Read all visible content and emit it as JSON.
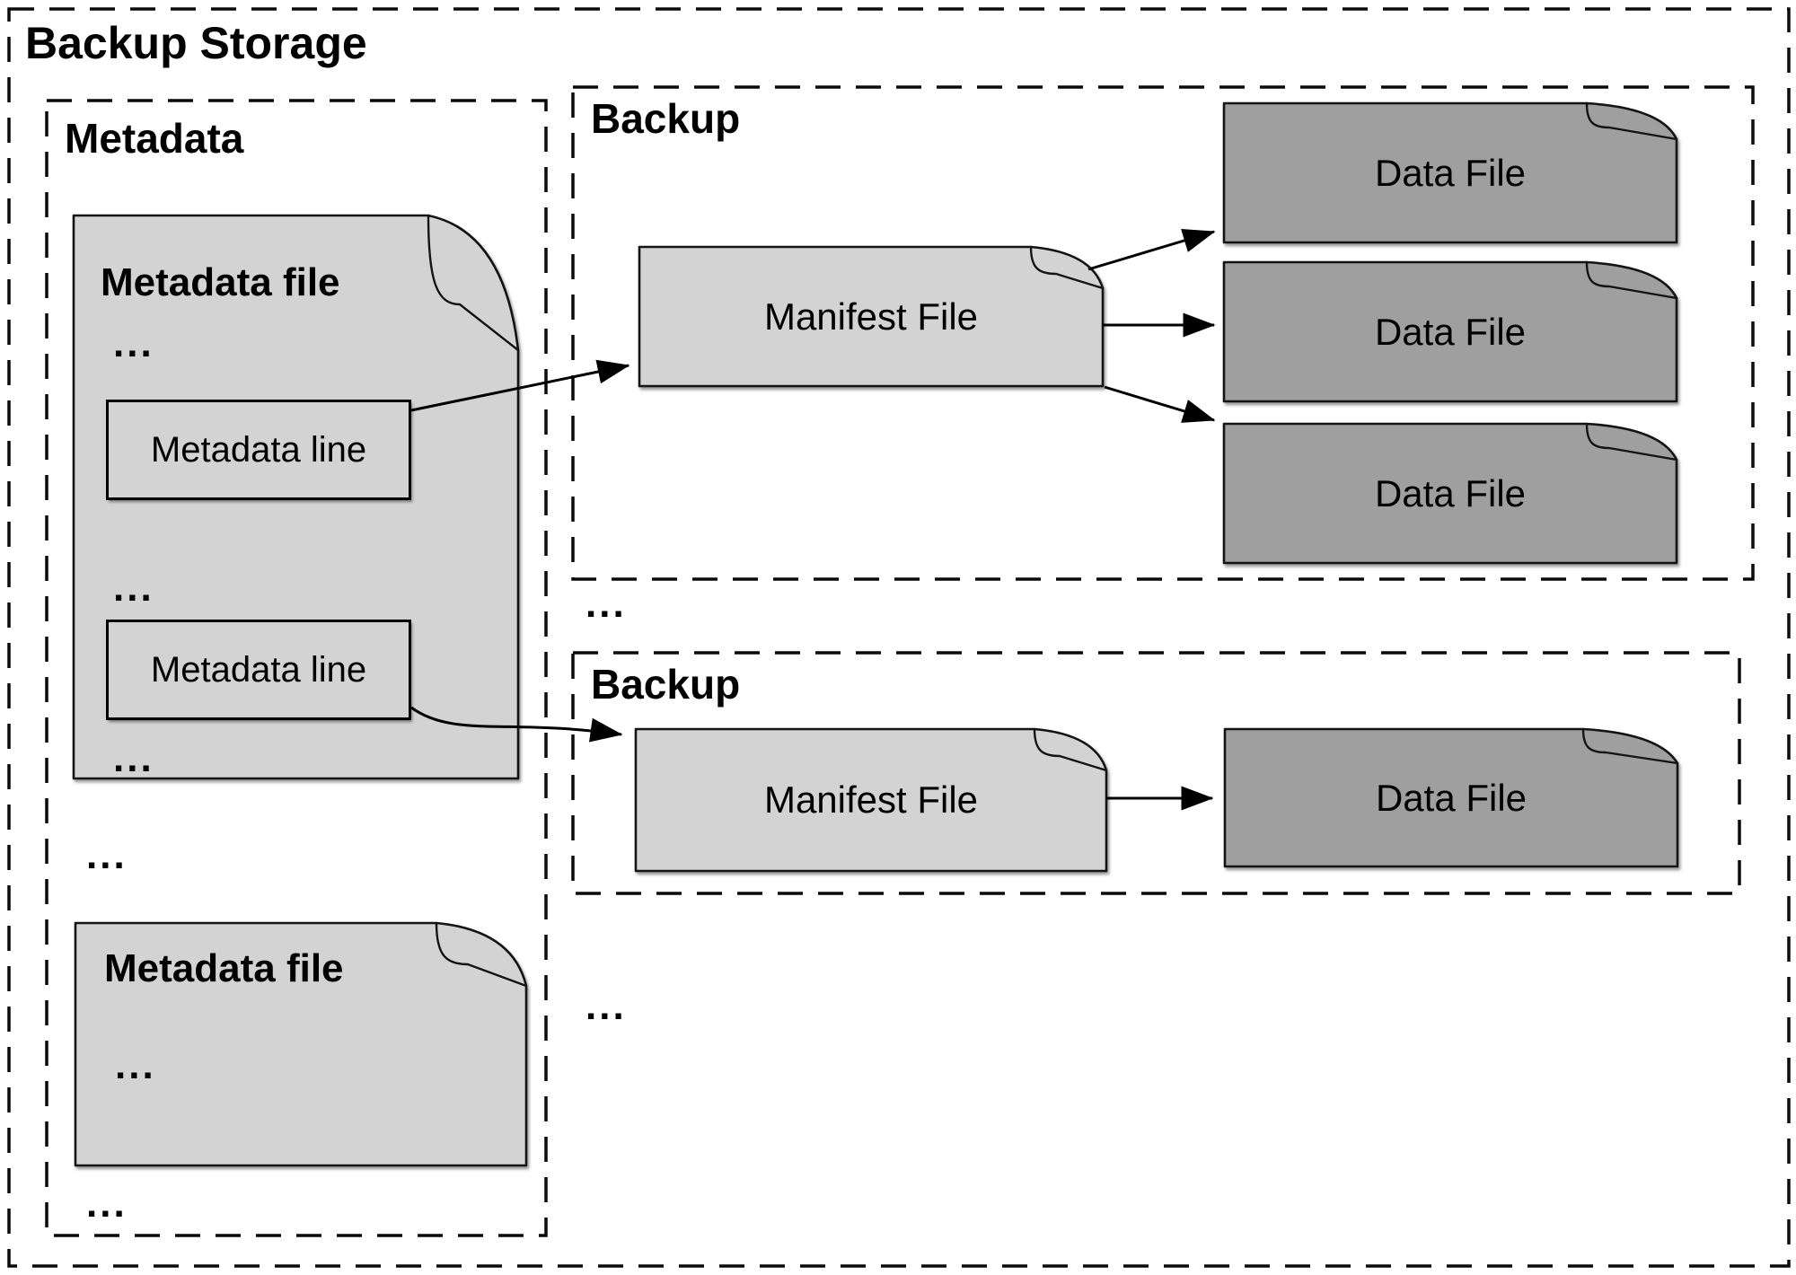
{
  "diagram": {
    "title": "Backup Storage",
    "ellipsis": "...",
    "colors": {
      "file_light": "#d3d3d3",
      "file_dark": "#9f9f9f",
      "line": "#000000",
      "background": "#ffffff"
    },
    "metadata": {
      "title": "Metadata",
      "file1": {
        "title": "Metadata file",
        "line1": "Metadata line",
        "line2": "Metadata line"
      },
      "file2": {
        "title": "Metadata file"
      }
    },
    "backup1": {
      "title": "Backup",
      "manifest_label": "Manifest File",
      "data_files": [
        "Data File",
        "Data File",
        "Data File"
      ]
    },
    "backup2": {
      "title": "Backup",
      "manifest_label": "Manifest File",
      "data_files": [
        "Data File"
      ]
    }
  }
}
